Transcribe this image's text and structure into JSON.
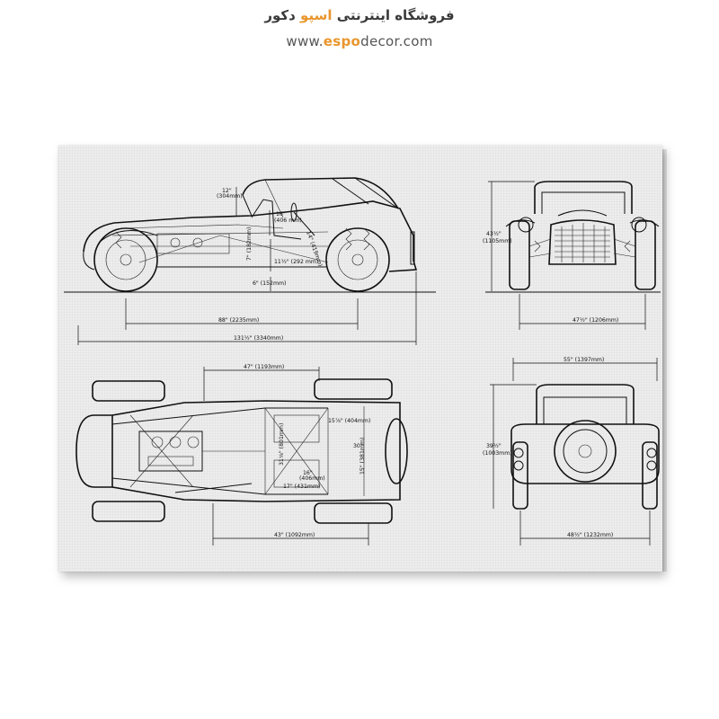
{
  "header": {
    "shop_title_part1": "فروشگاه اینترنتی ",
    "shop_title_brand": "اسپو",
    "shop_title_part2": " دکور",
    "url_prefix": "www.",
    "url_brand": "espo",
    "url_suffix": "decor.com"
  },
  "colors": {
    "brand": "#e9962d",
    "text": "#3a3a3a",
    "canvas": "#ededed",
    "ink": "#111111"
  },
  "side_view": {
    "dim_height_roof": "12\"",
    "dim_height_roof_mm": "(304mm)",
    "dim_seat": "16\"",
    "dim_seat_mm": "(406 mm)",
    "dim_windscreen": "14\" (419mm)",
    "dim_engine": "7\" (182mm)",
    "dim_floor": "11½\" (292 mm)",
    "dim_ground": "6\" (152mm)",
    "dim_wheelbase": "88\" (2235mm)",
    "dim_length": "131½\" (3340mm)"
  },
  "front_view": {
    "dim_height": "43½\"",
    "dim_height_mm": "(1105mm)",
    "dim_track": "47½\" (1206mm)"
  },
  "top_view": {
    "dim_top": "47\" (1193mm)",
    "dim_rear_track": "43\" (1092mm)",
    "dim_a": "15⅞\" (404mm)",
    "dim_b": "31⅛\" (801mm)",
    "dim_c": "16\"",
    "dim_c_mm": "(406mm)",
    "dim_d": "17\" (431mm)",
    "dim_e": "30\"",
    "dim_f": "15\" (381mm)"
  },
  "rear_view": {
    "dim_width": "55\" (1397mm)",
    "dim_height": "39½\"",
    "dim_height_mm": "(1003mm)",
    "dim_track": "48½\" (1232mm)"
  }
}
